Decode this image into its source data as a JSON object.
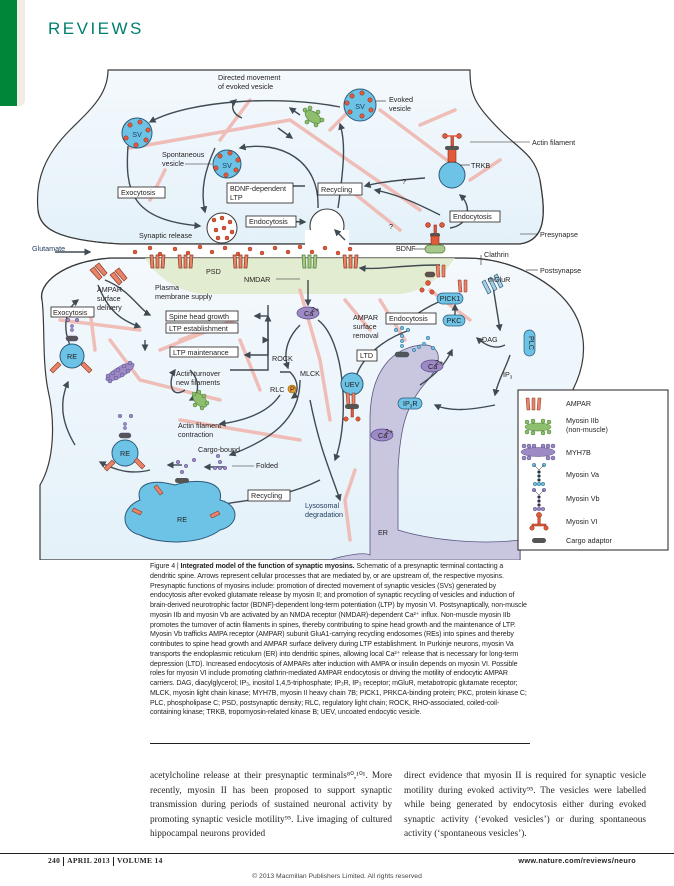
{
  "header": {
    "section_title": "REVIEWS"
  },
  "figure": {
    "labels": {
      "directed_movement": [
        "Directed movement",
        "of evoked vesicle"
      ],
      "evoked_vesicle": [
        "Evoked",
        "vesicle"
      ],
      "actin_filament": "Actin filament",
      "trkb": "TRKB",
      "spontaneous_vesicle": [
        "Spontaneous",
        "vesicle"
      ],
      "sv": "SV",
      "exocytosis_pre": "Exocytosis",
      "bdnf_ltp": [
        "BDNF-dependent",
        "LTP"
      ],
      "recycling_pre": "Recycling",
      "question": "?",
      "endocytosis_pre": "Endocytosis",
      "endocytosis_trkb": "Endocytosis",
      "synaptic_release": "Synaptic release",
      "presynapse": "Presynapse",
      "bdnf": "BDNF",
      "clathrin": "Clathrin",
      "glutamate": "Glutamate",
      "psd": "PSD",
      "nmdar": "NMDAR",
      "mglur": "mGluR",
      "postsynapse": "Postsynapse",
      "ampar_delivery": [
        "AMPAR",
        "surface",
        "delivery"
      ],
      "plasma_membrane": [
        "Plasma",
        "membrane supply"
      ],
      "exocytosis_post": "Exocytosis",
      "spine_head_growth": "Spine head growth",
      "ltp_establishment": "LTP establishment",
      "ltp_maintenance": "LTP maintenance",
      "ca": "Ca",
      "ca_sup": "2+",
      "rock": "ROCK",
      "mlck": "MLCK",
      "rlc": "RLC",
      "p": "P",
      "actin_turnover": [
        "Actin turnover",
        "new filaments"
      ],
      "actin_contraction": [
        "Actin filament",
        "contraction"
      ],
      "cargo_bound": "Cargo-bound",
      "folded": "Folded",
      "recycling_post": "Recycling",
      "re": "RE",
      "lysosomal": [
        "Lysosomal",
        "degradation"
      ],
      "er": "ER",
      "ampar_removal": [
        "AMPAR",
        "surface",
        "removal"
      ],
      "endocytosis_post": "Endocytosis",
      "ltd": "LTD",
      "uev": "UEV",
      "ip3r": "IP",
      "ip3r_tail": "R",
      "pick1": "PICK1",
      "pkc": "PKC",
      "dag": "DAG",
      "plc": "PLC",
      "ip3": "IP",
      "sub3": "3"
    },
    "legend": [
      {
        "label": [
          "AMPAR"
        ],
        "icon": "ampar-icon"
      },
      {
        "label": [
          "Myosin IIb",
          "(non-muscle)"
        ],
        "icon": "myosin-iib-icon"
      },
      {
        "label": [
          "MYH7B"
        ],
        "icon": "myh7b-icon"
      },
      {
        "label": [
          "Myosin Va"
        ],
        "icon": "myosin-va-icon"
      },
      {
        "label": [
          "Myosin Vb"
        ],
        "icon": "myosin-vb-icon"
      },
      {
        "label": [
          "Myosin VI"
        ],
        "icon": "myosin-vi-icon"
      },
      {
        "label": [
          "Cargo adaptor"
        ],
        "icon": "cargo-adaptor-icon"
      }
    ],
    "colors": {
      "cytoplasm": "#eaf4fb",
      "membrane": "#3a3a3a",
      "vesicle_blue": "#6cc3e6",
      "glutamate_red": "#e05a3a",
      "ampar": "#e8836a",
      "actin": "#f0b7b0",
      "er": "#c9c6e0",
      "psd": "#dde8c4",
      "ca_purple": "#9b8ac4",
      "myosin_green": "#8dbf6c",
      "arrow": "#404a52"
    }
  },
  "caption": {
    "figure_number": "Figure 4",
    "title": "Integrated model of the function of synaptic myosins.",
    "text": "Schematic of a presynaptic terminal contacting a dendritic spine. Arrows represent cellular processes that are mediated by, or are upstream of, the respective myosins. Presynaptic functions of myosins include: promotion of directed movement of synaptic vesicles (SVs) generated by endocytosis after evoked glutamate release by myosin II; and promotion of synaptic recycling of vesicles and induction of brain-derived neurotrophic factor (BDNF)-dependent long-term potentiation (LTP) by myosin VI. Postsynaptically, non-muscle myosin IIb and myosin Vb are activated by an NMDA receptor (NMDAR)-dependent Ca²⁺ influx. Non-muscle myosin IIb promotes the turnover of actin filaments in spines, thereby contributing to spine head growth and the maintenance of LTP. Myosin Vb trafficks AMPA receptor (AMPAR) subunit GluA1-carrying recycling endosomes (REs) into spines and thereby contributes to spine head growth and AMPAR surface delivery during LTP establishment. In Purkinje neurons, myosin Va transports the endoplasmic reticulum (ER) into dendritic spines, allowing local Ca²⁺ release that is necessary for long-term depression (LTD). Increased endocytosis of AMPARs after induction with AMPA or insulin depends on myosin VI. Possible roles for myosin VI include promoting clathrin-mediated AMPAR endocytosis or driving the motility of endocytic AMPAR carriers. DAG, diacylglycerol; IP₃, inositol 1,4,5-triphosphate; IP₃R, IP₃ receptor; mGluR, metabotropic glutamate receptor; MLCK, myosin light chain kinase; MYH7B, myosin II heavy chain 7B; PICK1, PRKCA-binding protein; PKC, protein kinase C; PLC, phospholipase C; PSD, postsynaptic density; RLC, regulatory light chain; ROCK, RHO-associated, coiled-coil-containing kinase; TRKB, tropomyosin-related kinase B; UEV, uncoated endocytic vesicle."
  },
  "body": {
    "col1": "acetylcholine release at their presynaptic terminals⁸⁰,¹⁰¹. More recently, myosin II has been proposed to support synaptic transmission during periods of sustained neuronal activity by promoting synaptic vesicle motility⁹⁵. Live imaging of cultured hippocampal neurons provided",
    "col2": "direct evidence that myosin II is required for synaptic vesicle motility during evoked activity⁹⁵. The vesicles were labelled while being generated by endocytosis either during evoked synaptic activity (‘evoked vesicles’) or during spontaneous activity (‘spontaneous vesicles’)."
  },
  "footer": {
    "page": "240",
    "date": "APRIL 2013",
    "volume": "VOLUME 14",
    "url": "www.nature.com/reviews/neuro",
    "copyright": "© 2013 Macmillan Publishers Limited. All rights reserved"
  }
}
